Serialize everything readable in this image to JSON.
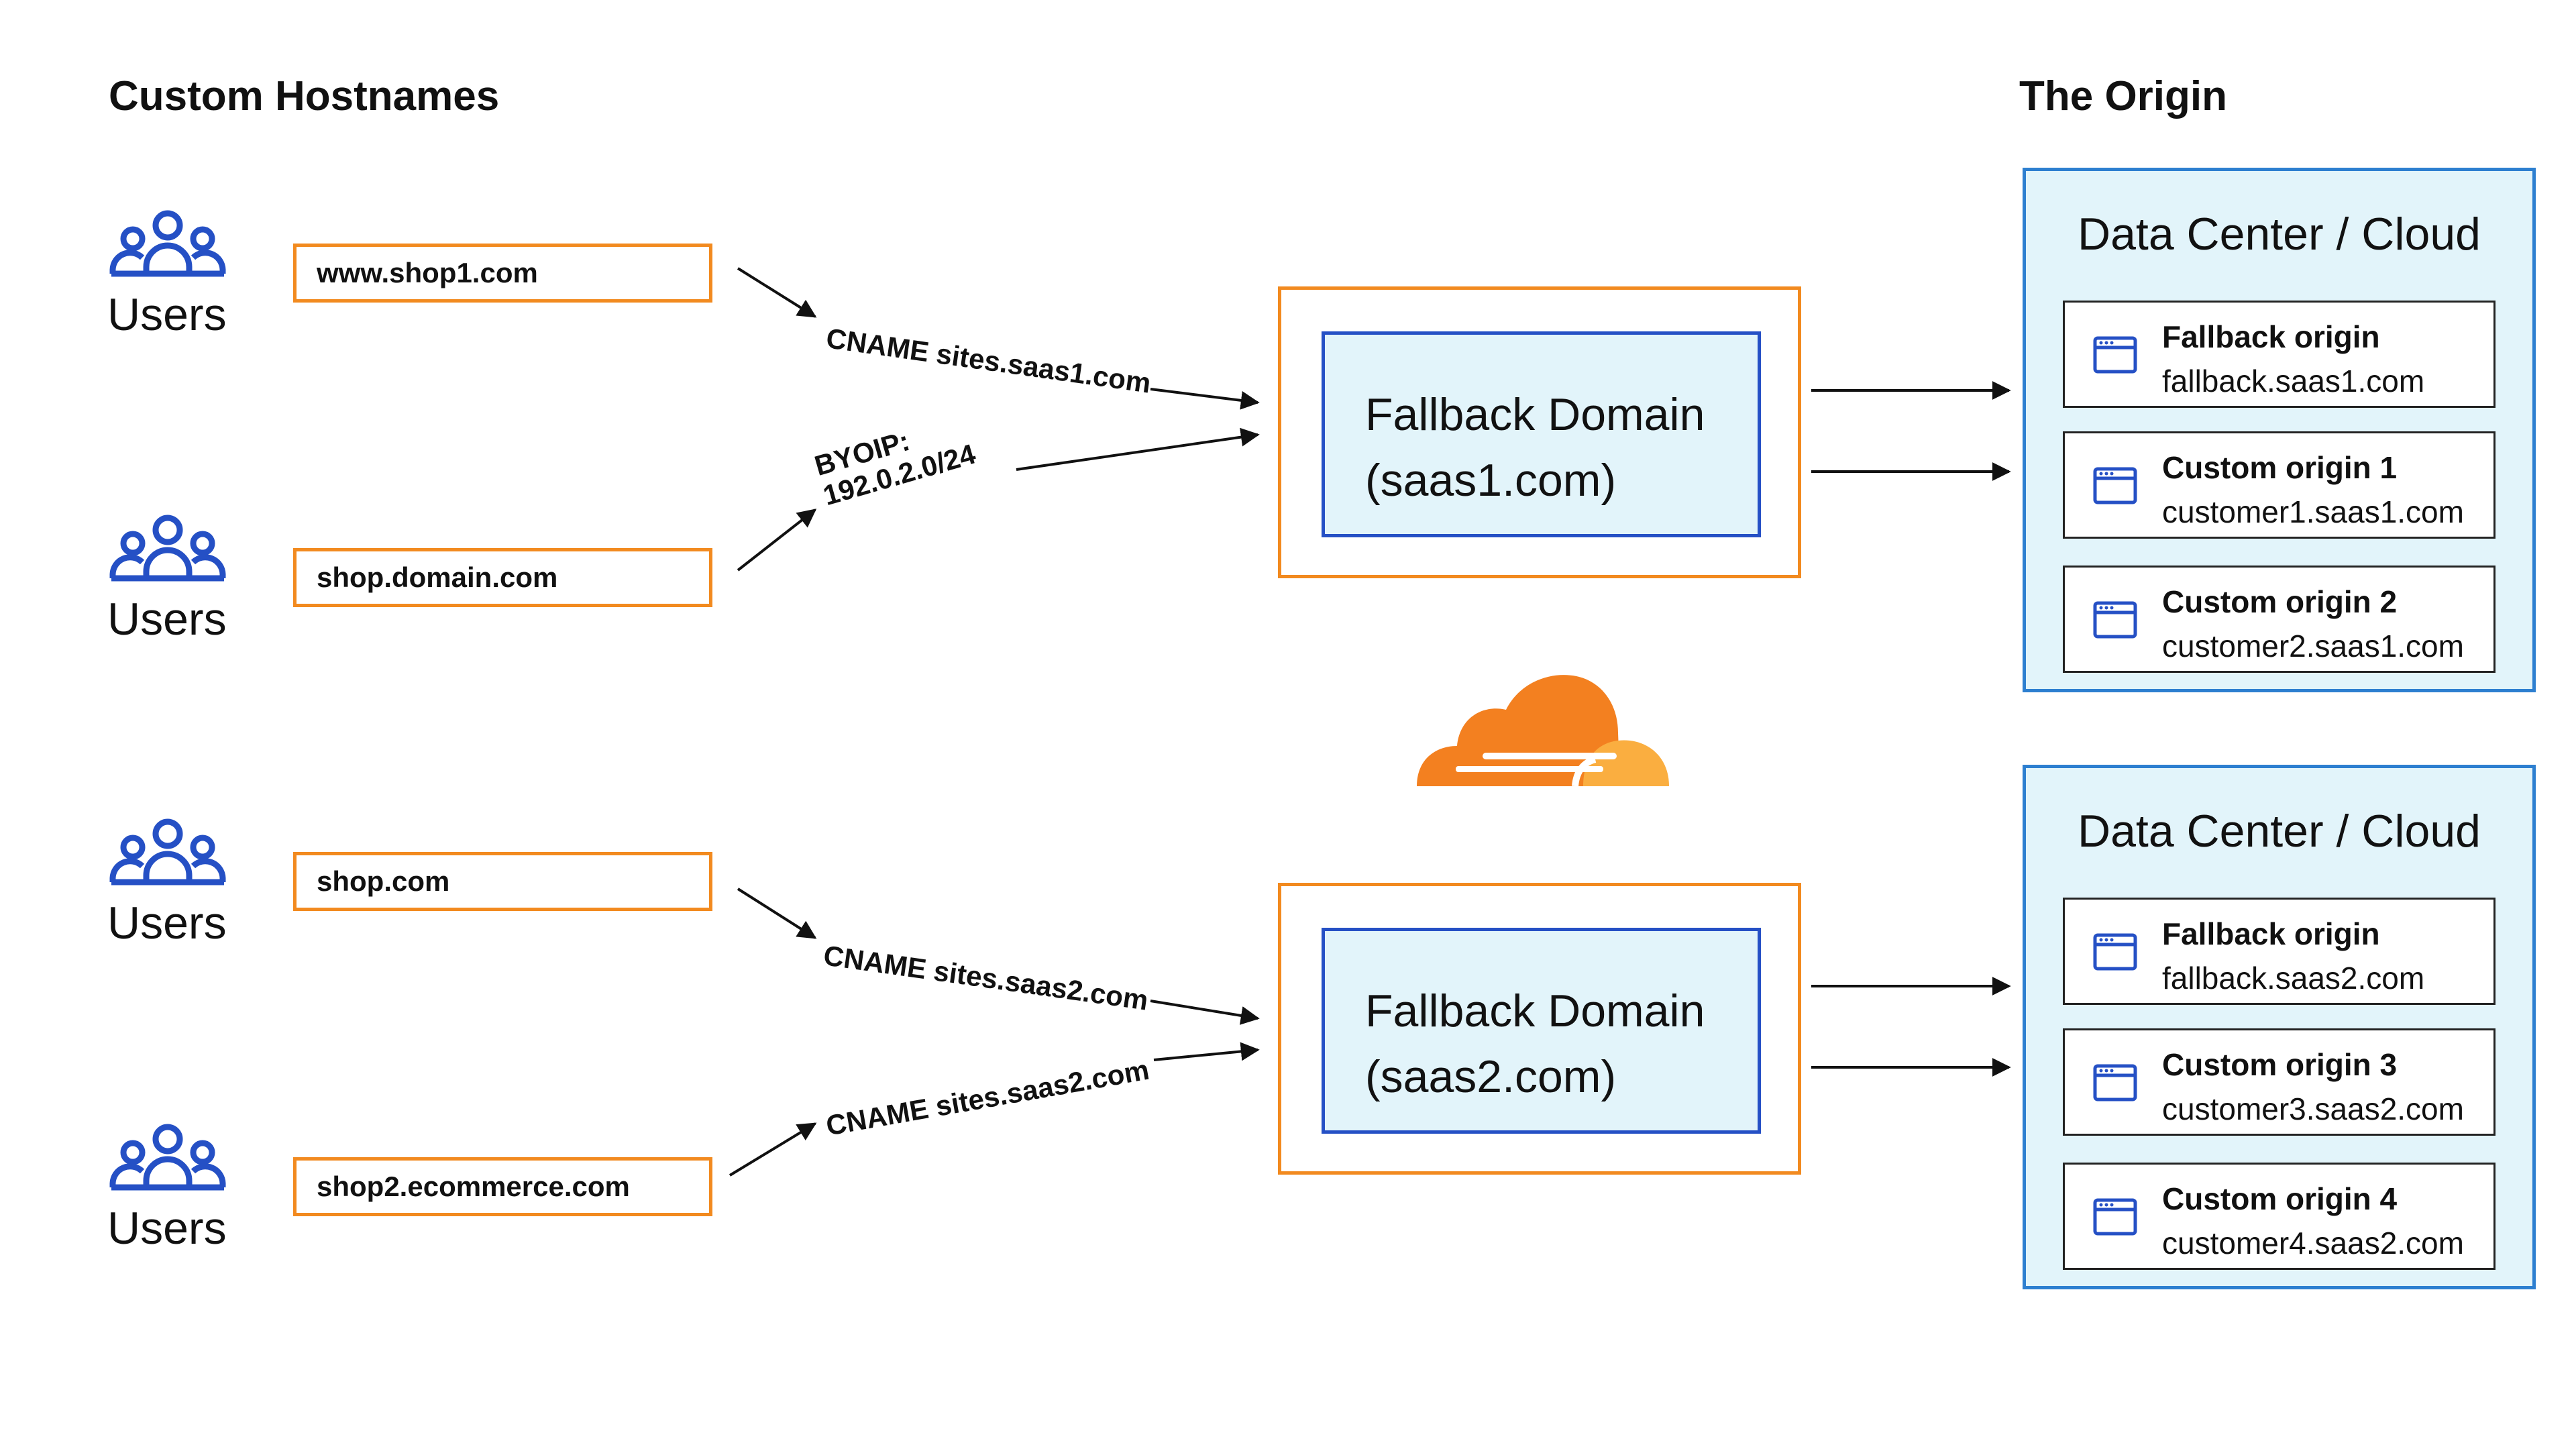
{
  "headings": {
    "left": "Custom Hostnames",
    "right": "The Origin"
  },
  "users": [
    {
      "label": "Users",
      "hostname": "www.shop1.com"
    },
    {
      "label": "Users",
      "hostname": "shop.domain.com"
    },
    {
      "label": "Users",
      "hostname": "shop.com"
    },
    {
      "label": "Users",
      "hostname": "shop2.ecommerce.com"
    }
  ],
  "edges": {
    "e1": "CNAME sites.saas1.com",
    "e2_line1": "BYOIP:",
    "e2_line2": "192.0.2.0/24",
    "e3": "CNAME sites.saas2.com",
    "e4": "CNAME sites.saas2.com"
  },
  "fallbacks": [
    {
      "line1": "Fallback Domain",
      "line2": "(saas1.com)"
    },
    {
      "line1": "Fallback Domain",
      "line2": "(saas2.com)"
    }
  ],
  "datacenters": [
    {
      "title": "Data Center / Cloud",
      "origins": [
        {
          "name": "Fallback origin",
          "host": "fallback.saas1.com"
        },
        {
          "name": "Custom origin 1",
          "host": "customer1.saas1.com"
        },
        {
          "name": "Custom origin 2",
          "host": "customer2.saas1.com"
        }
      ]
    },
    {
      "title": "Data Center / Cloud",
      "origins": [
        {
          "name": "Fallback origin",
          "host": "fallback.saas2.com"
        },
        {
          "name": "Custom origin 3",
          "host": "customer3.saas2.com"
        },
        {
          "name": "Custom origin 4",
          "host": "customer4.saas2.com"
        }
      ]
    }
  ],
  "colors": {
    "orange": "#f28a1f",
    "blue": "#2550c5",
    "panel": "#e2f4fa"
  },
  "icons": [
    "users-icon",
    "browser-window-icon",
    "cloudflare-cloud-icon"
  ]
}
